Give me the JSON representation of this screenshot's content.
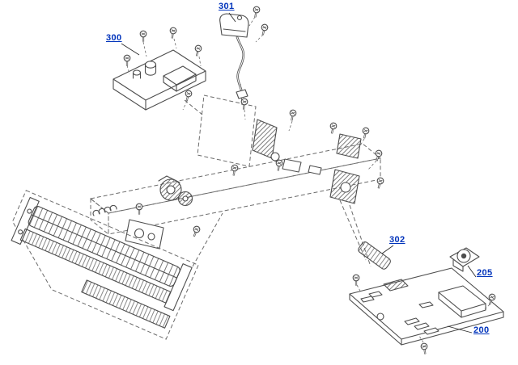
{
  "diagram": {
    "callouts": [
      {
        "label": "300"
      },
      {
        "label": "301"
      },
      {
        "label": "302"
      },
      {
        "label": "205"
      },
      {
        "label": "200"
      }
    ],
    "colors": {
      "callout_link": "#0033bb",
      "line": "#4d4d4d",
      "phantom_line": "#6b6b6b",
      "background": "#ffffff"
    }
  }
}
